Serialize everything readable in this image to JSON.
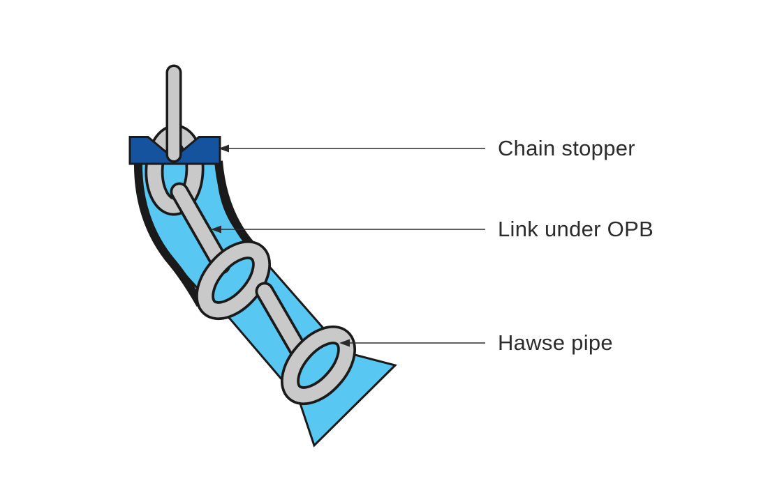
{
  "labels": [
    {
      "text": "Chain stopper",
      "target": "chain-stopper"
    },
    {
      "text": "Link under OPB",
      "target": "link-under-opb"
    },
    {
      "text": "Hawse pipe",
      "target": "hawse-pipe"
    }
  ],
  "colors": {
    "background": "#ffffff",
    "stopper_blue": "#15539e",
    "pipe_blue": "#58c7f2",
    "chain_gray": "#c9c9ca",
    "outline_black": "#1a1a1a",
    "leader_line": "#2a2a2a",
    "label_text": "#2b2b2b"
  }
}
